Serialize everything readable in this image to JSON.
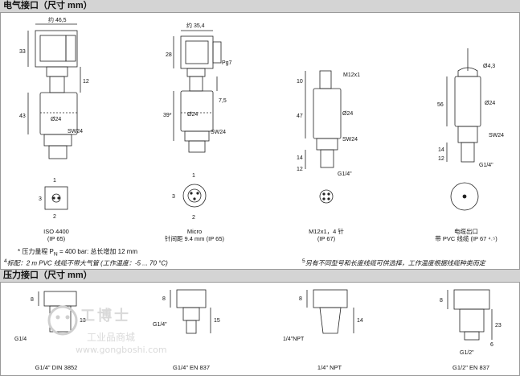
{
  "sections": {
    "electrical": {
      "title": "电气接口（尺寸 mm）"
    },
    "pressure": {
      "title": "压力接口（尺寸 mm）"
    }
  },
  "electrical_items": [
    {
      "name": "ISO 4400",
      "sub": "(IP 65)",
      "dims": {
        "width": "约 46,5",
        "h1": "33",
        "h2": "12",
        "h3": "43",
        "dia": "Ø24",
        "sw": "SW24"
      },
      "pins": {
        "top": "1",
        "left": "3",
        "right": "2"
      }
    },
    {
      "name": "Micro",
      "sub": "针间距 9.4 mm (IP 65)",
      "dims": {
        "width": "约 35,4",
        "h1": "28",
        "pg": "Pg7",
        "h2": "7,5",
        "h3": "39*",
        "dia": "Ø24",
        "sw": "SW24"
      },
      "pins": {
        "top": "1",
        "left": "3",
        "bottom": "2"
      }
    },
    {
      "name": "M12x1，4 针",
      "sub": "(IP 67)",
      "dims": {
        "thread": "M12x1",
        "h0": "10",
        "h1": "47",
        "dia": "Ø24",
        "sw": "SW24",
        "h2": "14",
        "h3": "12",
        "g": "G1/4\""
      }
    },
    {
      "name": "电缆出口",
      "sub": "带 PVC 线缆 (IP 67 ⁴˒⁵)",
      "dims": {
        "cable": "Ø4,3",
        "h1": "56",
        "dia": "Ø24",
        "sw": "SW24",
        "h2": "14",
        "h3": "12",
        "g": "G1/4\""
      }
    }
  ],
  "notes": {
    "star": "* 压力量程 P",
    "star_sub": "N",
    "star_tail": " = 400 bar:   总长增加 12 mm",
    "n4_mark": "4",
    "n4": "标配：2 m PVC  线缆不带大气管 (工作温度：-5 ... 70 °C)",
    "n5_mark": "5",
    "n5": "另有不同型号和长度线缆可供选择，工作温度根据线缆种类而定"
  },
  "pressure_items": [
    {
      "name": "G1/4\" DIN 3852",
      "dims": {
        "a": "8",
        "b": "13",
        "c": "G1/4"
      }
    },
    {
      "name": "G1/4\" EN 837",
      "dims": {
        "a": "8",
        "b": "15",
        "c": "G1/4\""
      }
    },
    {
      "name": "1/4\" NPT",
      "dims": {
        "a": "8",
        "b": "14",
        "c": "1/4\"NPT"
      }
    },
    {
      "name": "G1/2\" EN 837",
      "dims": {
        "a": "8",
        "b": "23",
        "c": "G1/2\"",
        "d": "6"
      }
    }
  ],
  "watermark": {
    "line1": "工博士",
    "line2": "工业品商城",
    "url": "www.gongboshi.com"
  }
}
